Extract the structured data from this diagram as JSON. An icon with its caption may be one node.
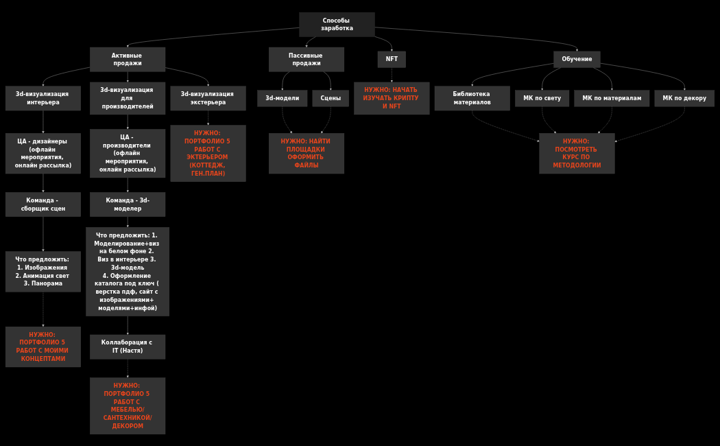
{
  "diagram": {
    "nodes": [
      {
        "text": [
          "Способы заработка"
        ]
      },
      {
        "text": [
          "Активные продажи"
        ]
      },
      {
        "text": [
          "Пассивные продажи"
        ]
      },
      {
        "text": [
          "NFT"
        ]
      },
      {
        "text": [
          "Обучение"
        ]
      },
      {
        "text": [
          "3d-визуализация интерьера"
        ]
      },
      {
        "text": [
          "3d-визуализация для производителей"
        ]
      },
      {
        "text": [
          "3d-визуализация экстерьера"
        ]
      },
      {
        "text": [
          "ЦА - дизайнеры (офлайн мероприятия, онлайн рассылка)"
        ]
      },
      {
        "text": [
          "Команда - сборщик сцен"
        ]
      },
      {
        "text": [
          "Что предложить: 1. Изображения 2. Анимация свет 3. Панорама"
        ]
      },
      {
        "text": [
          "НУЖНО: ПОРТФОЛИО 5 РАБОТ С МОИМИ КОНЦЕПТАМИ"
        ]
      },
      {
        "text": [
          "ЦА - производители (офлайн мероприятия, онлайн рассылка)"
        ]
      },
      {
        "text": [
          "Команда - 3d-моделер"
        ]
      },
      {
        "text": [
          "Что предложить: 1. Моделирование+виз на белом фоне 2. Виз в интерьере 3. 3d-модель",
          "4. Оформление каталога под ключ ( верстка пдф, сайт с изображениями+ моделями+инфой)"
        ]
      },
      {
        "text": [
          "Коллаборация с IT (Настя)"
        ]
      },
      {
        "text": [
          "НУЖНО: ПОРТФОЛИО 5 РАБОТ С МЕБЕЛЬЮ/САНТЕХНИКОЙ/ДЕКОРОМ"
        ]
      },
      {
        "text": [
          "НУЖНО: ПОРТФОЛИО 5 РАБОТ С ЭКТЕРЬЕРОМ (КОТТЕДЖ, ГЕН.ПЛАН)"
        ]
      },
      {
        "text": [
          "3d-модели"
        ]
      },
      {
        "text": [
          "Сцены"
        ]
      },
      {
        "text": [
          "НУЖНО: НАЙТИ ПЛОЩАДКИ ОФОРМИТЬ ФАЙЛЫ"
        ]
      },
      {
        "text": [
          "НУЖНО: НАЧАТЬ ИЗУЧАТЬ КРИПТУ И NFT"
        ]
      },
      {
        "text": [
          "Библиотека материалов"
        ]
      },
      {
        "text": [
          "МК по свету"
        ]
      },
      {
        "text": [
          "МК по материалам"
        ]
      },
      {
        "text": [
          "МК по декору"
        ]
      },
      {
        "text": [
          "НУЖНО: ПОСМОТРЕТЬ КУРС ПО МЕТОДОЛОГИИ"
        ]
      }
    ],
    "edges": [
      {
        "from": 0,
        "to": 1,
        "arrow": "to"
      },
      {
        "from": 0,
        "to": 2,
        "arrow": "to"
      },
      {
        "from": 0,
        "to": 3,
        "arrow": "to"
      },
      {
        "from": 0,
        "to": 4,
        "arrow": "to"
      },
      {
        "from": 1,
        "to": 5,
        "arrow": "to"
      },
      {
        "from": 1,
        "to": 6,
        "arrow": "to"
      },
      {
        "from": 1,
        "to": 7,
        "arrow": "to"
      },
      {
        "from": 5,
        "to": 8,
        "arrow": "to"
      },
      {
        "from": 8,
        "to": 9,
        "arrow": "to"
      },
      {
        "from": 9,
        "to": 10,
        "arrow": "to"
      },
      {
        "from": 10,
        "to": 11,
        "arrow": "to",
        "style": "dashed"
      },
      {
        "from": 6,
        "to": 12,
        "arrow": "to"
      },
      {
        "from": 12,
        "to": 13,
        "arrow": "to"
      },
      {
        "from": 13,
        "to": 14,
        "arrow": "to"
      },
      {
        "from": 14,
        "to": 15,
        "arrow": "to"
      },
      {
        "from": 15,
        "to": 16,
        "arrow": "to",
        "style": "dashed"
      },
      {
        "from": 7,
        "to": 17,
        "arrow": "to",
        "style": "dashed"
      },
      {
        "from": 2,
        "to": 18,
        "arrow": "to"
      },
      {
        "from": 2,
        "to": 19,
        "arrow": "to"
      },
      {
        "from": 18,
        "to": 20,
        "arrow": "to",
        "style": "dashed"
      },
      {
        "from": 19,
        "to": 20,
        "arrow": "to",
        "style": "dashed"
      },
      {
        "from": 3,
        "to": 21,
        "arrow": "to",
        "style": "dashed"
      },
      {
        "from": 4,
        "to": 22,
        "arrow": "to"
      },
      {
        "from": 4,
        "to": 23,
        "arrow": "to"
      },
      {
        "from": 4,
        "to": 24,
        "arrow": "to"
      },
      {
        "from": 4,
        "to": 25,
        "arrow": "to"
      },
      {
        "from": 22,
        "to": 26,
        "arrow": "to",
        "style": "dashed"
      },
      {
        "from": 23,
        "to": 26,
        "arrow": "to",
        "style": "dashed"
      },
      {
        "from": 24,
        "to": 26,
        "arrow": "to",
        "style": "dashed"
      },
      {
        "from": 25,
        "to": 26,
        "arrow": "to",
        "style": "dashed"
      }
    ]
  }
}
